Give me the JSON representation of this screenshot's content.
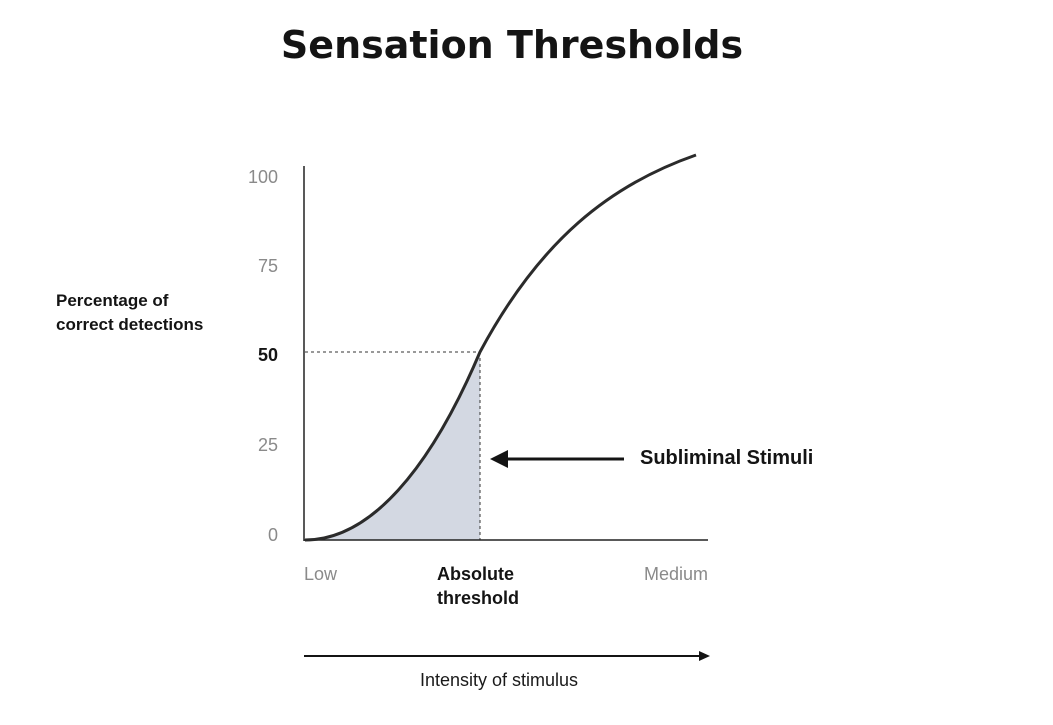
{
  "title": "Sensation Thresholds",
  "y_axis": {
    "label_lines": [
      "Percentage of",
      "correct detections"
    ],
    "ticks": [
      "100",
      "75",
      "50",
      "25",
      "0"
    ],
    "highlight_tick": "50"
  },
  "x_axis": {
    "low_label": "Low",
    "threshold_label_lines": [
      "Absolute",
      "threshold"
    ],
    "medium_label": "Medium",
    "caption": "Intensity of stimulus"
  },
  "annotation": {
    "label": "Subliminal Stimuli"
  },
  "chart_data": {
    "type": "line",
    "curve": "sigmoid",
    "y_range": [
      0,
      100
    ],
    "threshold_y": 50,
    "shaded_region": "below threshold",
    "colors": {
      "curve": "#2b2b2b",
      "shade": "#d3d8e2",
      "text": "#141414",
      "muted": "#8a8a8a"
    }
  }
}
